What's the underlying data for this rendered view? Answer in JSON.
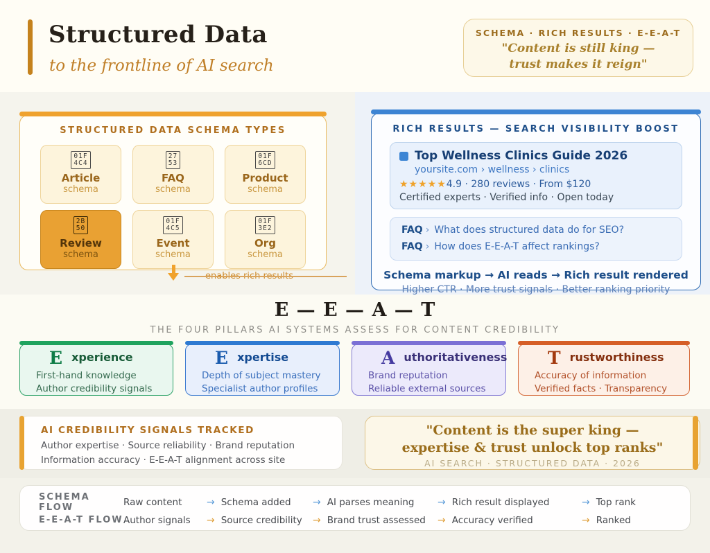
{
  "colors": {
    "accent_orange": "#efa22e",
    "accent_gold": "#c5821d",
    "accent_blue": "#3d84d3",
    "pillar_green": "#1fa35e",
    "pillar_blue": "#2e7ad2",
    "pillar_purple": "#7b70d5",
    "pillar_red": "#d65e26",
    "star_orange": "#efa22a"
  },
  "header": {
    "title": "Structured Data",
    "subtitle": "to the frontline of AI search"
  },
  "top_quote": {
    "kicker": "SCHEMA · RICH RESULTS · E-E-A-T",
    "line1": "\"Content is still king —",
    "line2": "trust makes it reign\""
  },
  "schema_card": {
    "title": "STRUCTURED DATA SCHEMA TYPES",
    "tiles": [
      {
        "icon": "article-page-emoji-tofu",
        "hex1": "01F",
        "hex2": "4C4",
        "name": "Article",
        "sub": "schema",
        "highlighted": false
      },
      {
        "icon": "question-mark-emoji-tofu",
        "hex1": "27",
        "hex2": "53",
        "name": "FAQ",
        "sub": "schema",
        "highlighted": false
      },
      {
        "icon": "shopping-bags-emoji-tofu",
        "hex1": "01F",
        "hex2": "6CD",
        "name": "Product",
        "sub": "schema",
        "highlighted": false
      },
      {
        "icon": "star-emoji-tofu",
        "hex1": "2B",
        "hex2": "50",
        "name": "Review",
        "sub": "schema",
        "highlighted": true
      },
      {
        "icon": "calendar-emoji-tofu",
        "hex1": "01F",
        "hex2": "4C5",
        "name": "Event",
        "sub": "schema",
        "highlighted": false
      },
      {
        "icon": "office-building-emoji-tofu",
        "hex1": "01F",
        "hex2": "3E2",
        "name": "Org",
        "sub": "schema",
        "highlighted": false
      }
    ],
    "arrow_note": "enables rich results"
  },
  "rich_card": {
    "title": "RICH RESULTS — SEARCH VISIBILITY BOOST",
    "result": {
      "icon": "blue-square-favicon",
      "title": "Top Wellness Clinics Guide 2026",
      "breadcrumb": "yoursite.com › wellness › clinics",
      "stars": "★★★★★",
      "rating": "4.9 · 280 reviews · From $120",
      "meta": "Certified experts · Verified info · Open today"
    },
    "faq_label": "FAQ",
    "faq_chevron": "›",
    "faqs": [
      {
        "q": "What does structured data do for SEO?"
      },
      {
        "q": "How does E-E-A-T affect rankings?"
      }
    ],
    "flow_bold": "Schema markup → AI reads → Rich result rendered",
    "flow_sub": "Higher CTR · More trust signals · Better ranking priority"
  },
  "eeat": {
    "title": "E — E — A — T",
    "subtitle": "THE FOUR PILLARS AI SYSTEMS ASSESS FOR CONTENT CREDIBILITY",
    "pillars": [
      {
        "letter": "E",
        "rest": "xperience",
        "line1": "First-hand knowledge",
        "line2": "Author credibility signals",
        "accent": "#1fa35e"
      },
      {
        "letter": "E",
        "rest": "xpertise",
        "line1": "Depth of subject mastery",
        "line2": "Specialist author profiles",
        "accent": "#2e7ad2"
      },
      {
        "letter": "A",
        "rest": "uthoritativeness",
        "line1": "Brand reputation",
        "line2": "Reliable external sources",
        "accent": "#7b70d5"
      },
      {
        "letter": "T",
        "rest": "rustworthiness",
        "line1": "Accuracy of information",
        "line2": "Verified facts · Transparency",
        "accent": "#d65e26"
      }
    ]
  },
  "signals": {
    "title": "AI CREDIBILITY SIGNALS TRACKED",
    "line1": "Author expertise · Source reliability · Brand reputation",
    "line2": "Information accuracy · E-E-A-T alignment across site"
  },
  "bottom_quote": {
    "line1": "\"Content is the super king —",
    "line2": "expertise & trust unlock top ranks\"",
    "caption": "AI SEARCH · STRUCTURED DATA · 2026"
  },
  "flow_table": {
    "rows": [
      {
        "label": "SCHEMA FLOW",
        "arrow": "→",
        "steps": [
          "Raw content",
          "Schema added",
          "AI parses meaning",
          "Rich result displayed",
          "Top rank"
        ]
      },
      {
        "label": "E-E-A-T FLOW",
        "arrow": "→",
        "steps": [
          "Author signals",
          "Source credibility",
          "Brand trust assessed",
          "Accuracy verified",
          "Ranked"
        ]
      }
    ]
  }
}
